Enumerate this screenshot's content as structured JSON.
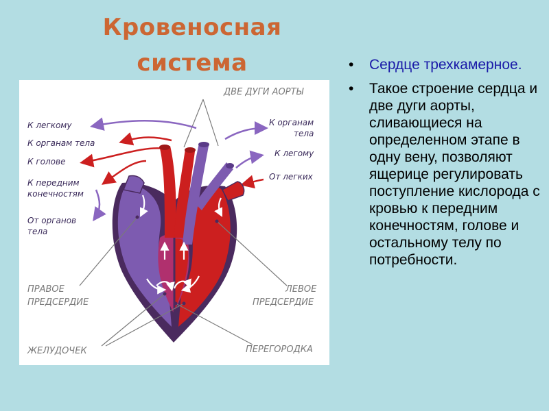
{
  "slide": {
    "title_line1": "Кровеносная",
    "title_line2": "система"
  },
  "figure": {
    "labels": {
      "two_arches": "ДВЕ  ДУГИ  АОРТЫ",
      "to_lung_left": "К легкому",
      "to_body_organs": "К органам тела",
      "to_head": "К голове",
      "to_forelimbs_1": "К передним",
      "to_forelimbs_2": "конечностям",
      "from_body_1": "От органов",
      "from_body_2": "тела",
      "to_organs_right_1": "К органам",
      "to_organs_right_2": "тела",
      "to_lung_right": "К легому",
      "from_lungs": "От легких",
      "right_atrium_1": "ПРАВОЕ",
      "right_atrium_2": "ПРЕДСЕРДИЕ",
      "left_atrium_1": "ЛЕВОЕ",
      "left_atrium_2": "ПРЕДСЕРДИЕ",
      "ventricle": "ЖЕЛУДОЧЕК",
      "septum": "ПЕРЕГОРОДКА"
    },
    "colors": {
      "arterial": "#cc1f1f",
      "venous": "#7d5bb0",
      "dark": "#4a2a5e",
      "label_gray": "#7a7a7a"
    }
  },
  "bullets": [
    {
      "text": "Сердце трехкамерное.",
      "color": "blue"
    },
    {
      "text": "Такое строение сердца и две дуги аорты, сливающиеся на определенном этапе в одну вену, позволяют ящерице регулировать поступление кислорода с кровью к передним конечностям, голове и остальному телу по потребности.",
      "color": "black"
    }
  ],
  "bullet_glyph": "•"
}
